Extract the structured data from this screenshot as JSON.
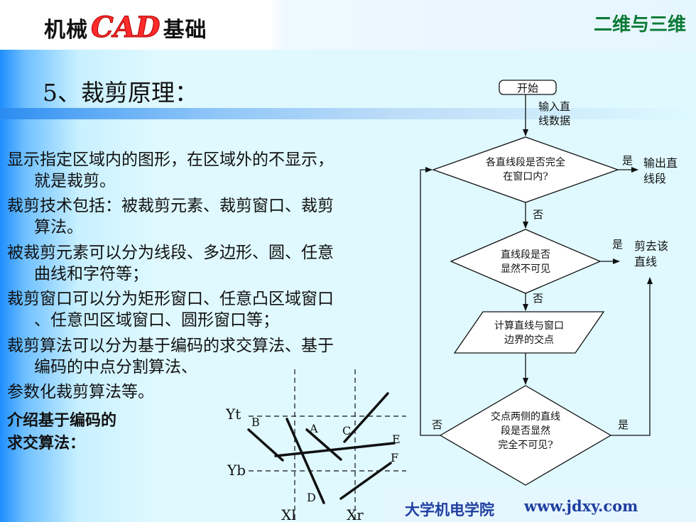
{
  "header": {
    "logo_prefix": "机械",
    "logo_cad": "CAD",
    "logo_suffix": "基础",
    "subject": "二维与三维"
  },
  "section_title": "5、裁剪原理：",
  "paragraphs": [
    {
      "first": "显示指定区域内的图形，在区域外的不显示，",
      "cont": "就是裁剪。"
    },
    {
      "first": "裁剪技术包括：被裁剪元素、裁剪窗口、裁剪",
      "cont": "算法。"
    },
    {
      "first": "被裁剪元素可以分为线段、多边形、圆、任意",
      "cont": "曲线和字符等；"
    },
    {
      "first": "裁剪窗口可以分为矩形窗口、任意凸区域窗口",
      "cont": "、任意凹区域窗口、圆形窗口等；"
    },
    {
      "first": "裁剪算法可以分为基于编码的求交算法、基于",
      "cont": "编码的中点分割算法、"
    }
  ],
  "last_line": "参数化裁剪算法等。",
  "bold_lines": [
    "介绍基于编码的",
    "求交算法："
  ],
  "diagram": {
    "yt": "Yt",
    "yb": "Yb",
    "xl": "Xl",
    "xr": "Xr",
    "labels": [
      "A",
      "B",
      "C",
      "D",
      "E",
      "F"
    ]
  },
  "flowchart": {
    "start": "开始",
    "input_1": "输入直",
    "input_2": "线数据",
    "d1_1": "各直线段是否完全",
    "d1_2": "在窗口内?",
    "yes": "是",
    "no": "否",
    "out1_1": "输出直",
    "out1_2": "线段",
    "d2_1": "直线段是否",
    "d2_2": "显然不可见",
    "out2_1": "剪去该",
    "out2_2": "直线",
    "p_1": "计算直线与窗口",
    "p_2": "边界的交点",
    "d3_1": "交点两侧的直线",
    "d3_2": "段是否显然",
    "d3_3": "完全不可见?"
  },
  "footer": {
    "school": "大学机电学院",
    "site": "www.jdxy.com"
  }
}
